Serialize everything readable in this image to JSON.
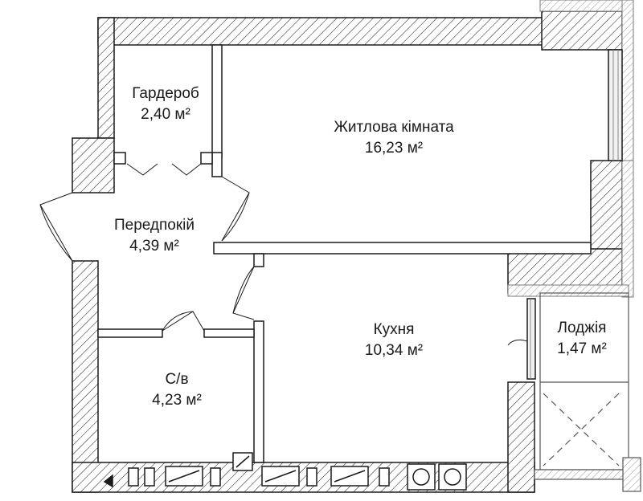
{
  "rooms": [
    {
      "name": "Гардероб",
      "area": "2,40 м²"
    },
    {
      "name": "Житлова кімната",
      "area": "16,23 м²"
    },
    {
      "name": "Передпокій",
      "area": "4,39 м²"
    },
    {
      "name": "Кухня",
      "area": "10,34 м²"
    },
    {
      "name": "Лоджія",
      "area": "1,47 м²"
    },
    {
      "name": "С/в",
      "area": "4,23 м²"
    }
  ],
  "colors": {
    "wall_line": "#1a1a1a",
    "hatch": "#1a1a1a",
    "loggia_wall": "#bfbfbf",
    "background": "#ffffff"
  }
}
